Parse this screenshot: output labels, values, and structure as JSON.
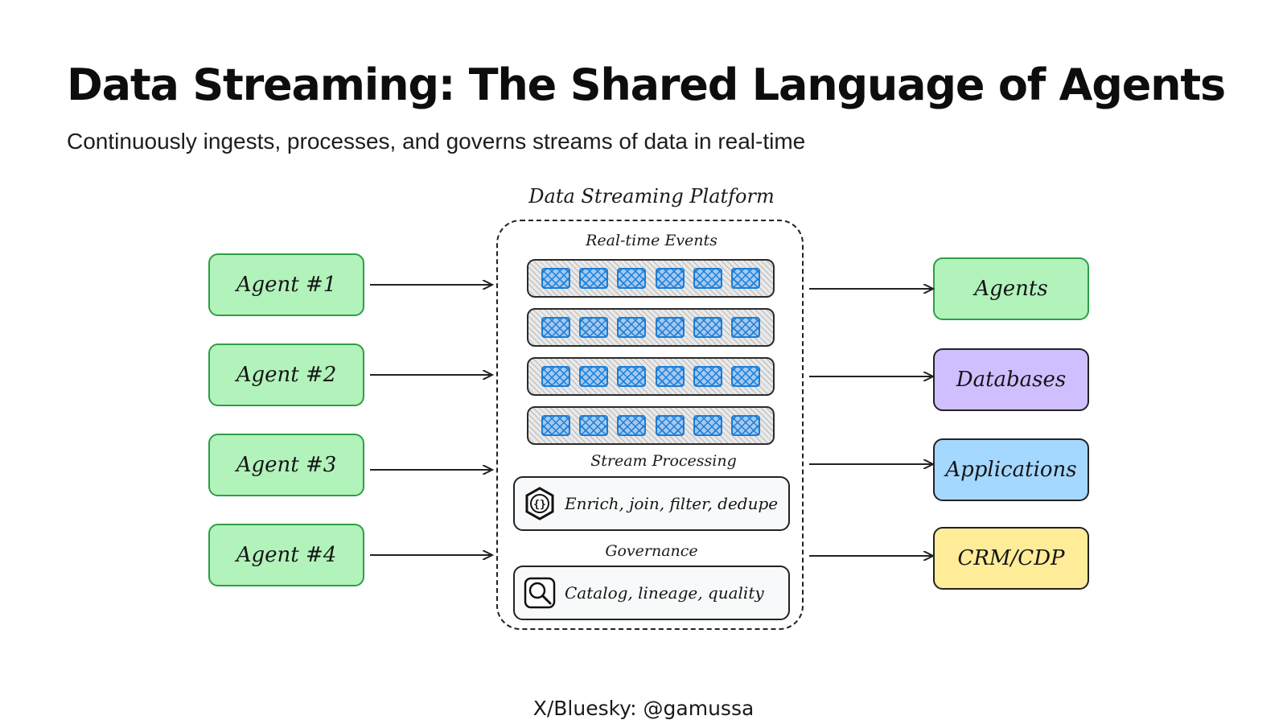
{
  "title": "Data Streaming: The Shared Language of Agents",
  "subtitle": "Continuously ingests, processes, and governs streams of data in real-time",
  "platform": {
    "label": "Data Streaming Platform",
    "events_label": "Real-time Events",
    "stream_rows": 4,
    "events_per_row": 6,
    "processing_label": "Stream Processing",
    "processing_text": "Enrich, join, filter, dedupe",
    "governance_label": "Governance",
    "governance_text": "Catalog, lineage, quality"
  },
  "agents": [
    "Agent #1",
    "Agent #2",
    "Agent #3",
    "Agent #4"
  ],
  "outputs": [
    {
      "label": "Agents",
      "color": "#b2f2bb"
    },
    {
      "label": "Databases",
      "color": "#d0bfff"
    },
    {
      "label": "Applications",
      "color": "#a5d8ff"
    },
    {
      "label": "CRM/CDP",
      "color": "#ffec99"
    }
  ],
  "footer": "X/Bluesky: @gamussa"
}
